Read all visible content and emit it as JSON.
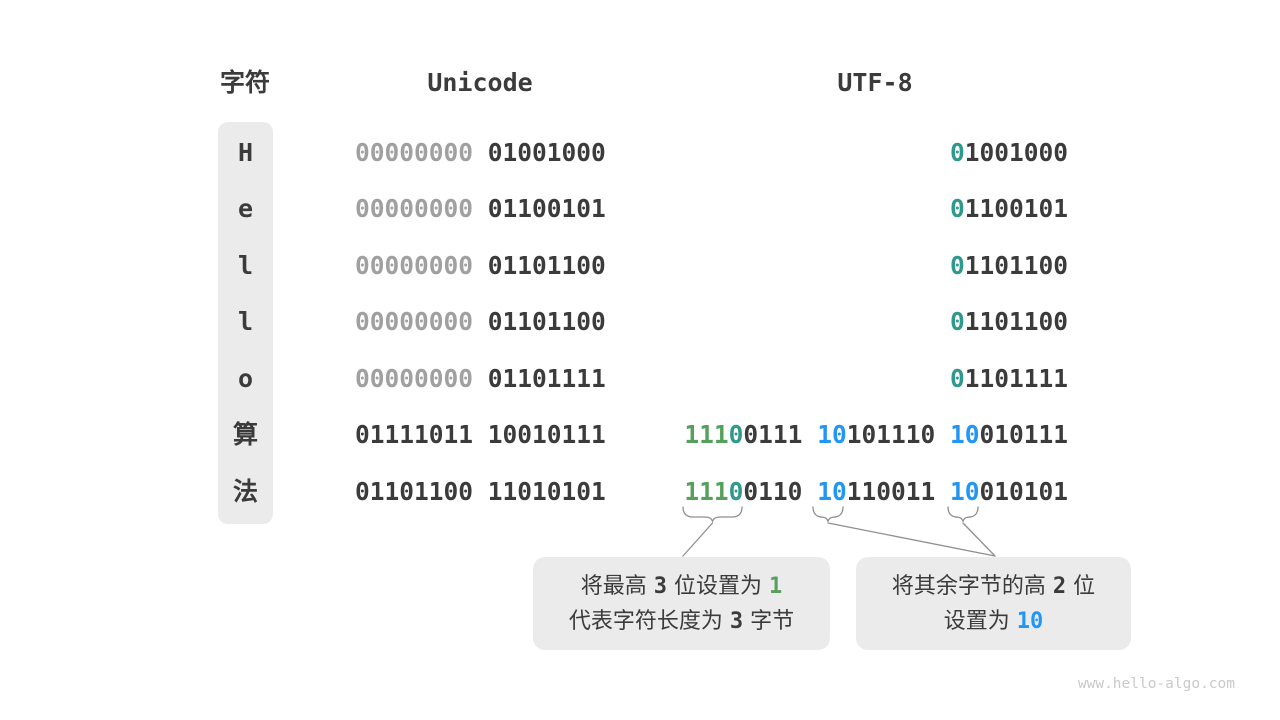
{
  "headers": {
    "char": "字符",
    "unicode": "Unicode",
    "utf8": "UTF-8"
  },
  "palette": {
    "dark": "#3b3b3b",
    "gray": "#a0a0a0",
    "teal": "#2f998b",
    "green": "#55a05a",
    "blue": "#2196f3"
  },
  "rows": [
    {
      "char": "H",
      "unicode": [
        {
          "t": "00000000",
          "c": "gray"
        },
        {
          "t": " 01001000",
          "c": "dark"
        }
      ],
      "utf8": [
        {
          "t": "0",
          "c": "teal"
        },
        {
          "t": "1001000",
          "c": "dark"
        }
      ]
    },
    {
      "char": "e",
      "unicode": [
        {
          "t": "00000000",
          "c": "gray"
        },
        {
          "t": " 01100101",
          "c": "dark"
        }
      ],
      "utf8": [
        {
          "t": "0",
          "c": "teal"
        },
        {
          "t": "1100101",
          "c": "dark"
        }
      ]
    },
    {
      "char": "l",
      "unicode": [
        {
          "t": "00000000",
          "c": "gray"
        },
        {
          "t": " 01101100",
          "c": "dark"
        }
      ],
      "utf8": [
        {
          "t": "0",
          "c": "teal"
        },
        {
          "t": "1101100",
          "c": "dark"
        }
      ]
    },
    {
      "char": "l",
      "unicode": [
        {
          "t": "00000000",
          "c": "gray"
        },
        {
          "t": " 01101100",
          "c": "dark"
        }
      ],
      "utf8": [
        {
          "t": "0",
          "c": "teal"
        },
        {
          "t": "1101100",
          "c": "dark"
        }
      ]
    },
    {
      "char": "o",
      "unicode": [
        {
          "t": "00000000",
          "c": "gray"
        },
        {
          "t": " 01101111",
          "c": "dark"
        }
      ],
      "utf8": [
        {
          "t": "0",
          "c": "teal"
        },
        {
          "t": "1101111",
          "c": "dark"
        }
      ]
    },
    {
      "char": "算",
      "unicode": [
        {
          "t": "01111011 10010111",
          "c": "dark"
        }
      ],
      "utf8": [
        {
          "t": "111",
          "c": "green"
        },
        {
          "t": "0",
          "c": "teal"
        },
        {
          "t": "0111 ",
          "c": "dark"
        },
        {
          "t": "10",
          "c": "blue"
        },
        {
          "t": "101110 ",
          "c": "dark"
        },
        {
          "t": "10",
          "c": "blue"
        },
        {
          "t": "010111",
          "c": "dark"
        }
      ]
    },
    {
      "char": "法",
      "unicode": [
        {
          "t": "01101100 11010101",
          "c": "dark"
        }
      ],
      "utf8": [
        {
          "t": "111",
          "c": "green"
        },
        {
          "t": "0",
          "c": "teal"
        },
        {
          "t": "0110 ",
          "c": "dark"
        },
        {
          "t": "10",
          "c": "blue"
        },
        {
          "t": "110011 ",
          "c": "dark"
        },
        {
          "t": "10",
          "c": "blue"
        },
        {
          "t": "010101",
          "c": "dark"
        }
      ]
    }
  ],
  "callouts": [
    {
      "lines": [
        [
          {
            "t": "将最高 ",
            "c": "dark"
          },
          {
            "t": "3",
            "c": "dark",
            "mono": true
          },
          {
            "t": " 位设置为 ",
            "c": "dark"
          },
          {
            "t": "1",
            "c": "green",
            "mono": true
          }
        ],
        [
          {
            "t": "代表字符长度为 ",
            "c": "dark"
          },
          {
            "t": "3",
            "c": "dark",
            "mono": true
          },
          {
            "t": " 字节",
            "c": "dark"
          }
        ]
      ]
    },
    {
      "lines": [
        [
          {
            "t": "将其余字节的高 ",
            "c": "dark"
          },
          {
            "t": "2",
            "c": "dark",
            "mono": true
          },
          {
            "t": " 位",
            "c": "dark"
          }
        ],
        [
          {
            "t": "设置为 ",
            "c": "dark"
          },
          {
            "t": "10",
            "c": "blue",
            "mono": true
          }
        ]
      ]
    }
  ],
  "watermark": "www.hello-algo.com"
}
